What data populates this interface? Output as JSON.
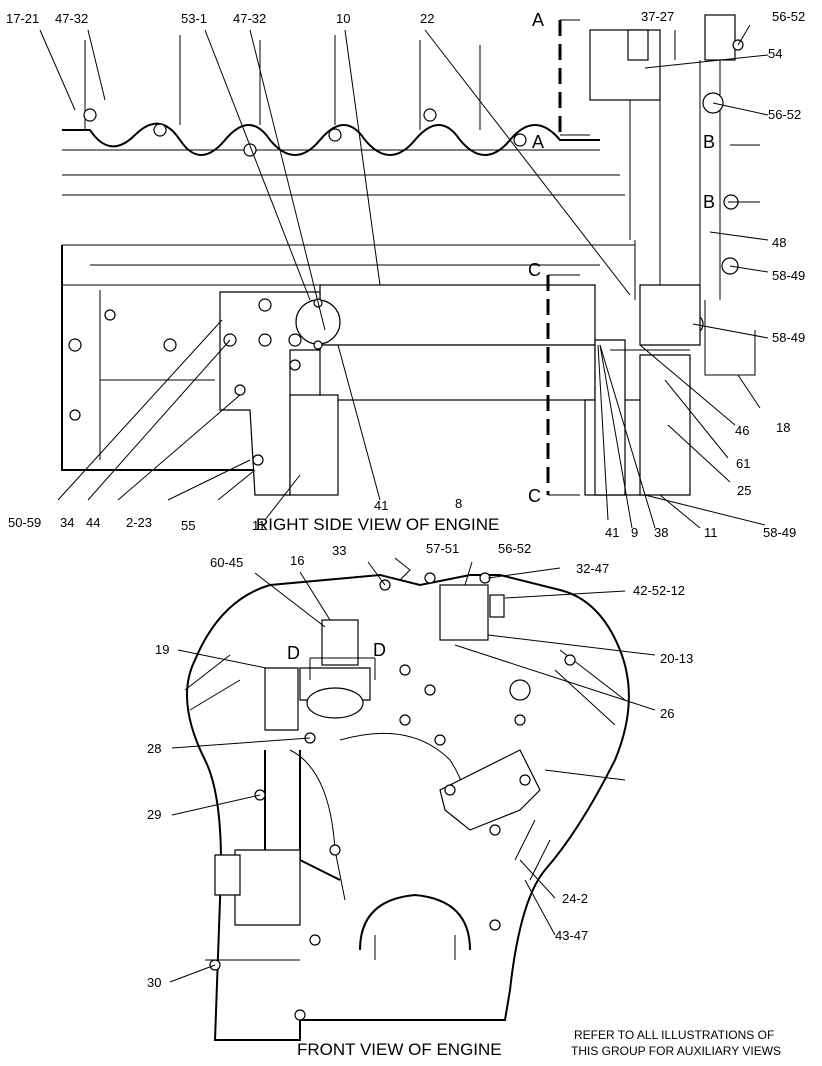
{
  "titles": {
    "right_side": "RIGHT SIDE VIEW OF ENGINE",
    "front": "FRONT VIEW OF ENGINE"
  },
  "note": {
    "line1": "REFER TO ALL ILLUSTRATIONS OF",
    "line2": "THIS GROUP FOR AUXILIARY VIEWS"
  },
  "section_markers": [
    "A",
    "A",
    "B",
    "B",
    "C",
    "C",
    "D",
    "D"
  ],
  "callouts": {
    "c_17_21": "17-21",
    "c_47_32_a": "47-32",
    "c_53_1": "53-1",
    "c_47_32_b": "47-32",
    "c_10": "10",
    "c_22": "22",
    "c_37_27": "37-27",
    "c_56_52_a": "56-52",
    "c_54": "54",
    "c_56_52_b": "56-52",
    "c_48": "48",
    "c_58_49_a": "58-49",
    "c_58_49_b": "58-49",
    "c_46": "46",
    "c_18": "18",
    "c_61": "61",
    "c_25": "25",
    "c_58_49_c": "58-49",
    "c_11_a": "11",
    "c_38": "38",
    "c_9": "9",
    "c_41_a": "41",
    "c_8": "8",
    "c_41_b": "41",
    "c_11_b": "11",
    "c_55": "55",
    "c_2_23": "2-23",
    "c_44": "44",
    "c_34": "34",
    "c_50_59": "50-59",
    "c_60_45": "60-45",
    "c_16": "16",
    "c_33": "33",
    "c_57_51": "57-51",
    "c_56_52_c": "56-52",
    "c_32_47": "32-47",
    "c_42_52_12": "42-52-12",
    "c_19": "19",
    "c_20_13": "20-13",
    "c_26": "26",
    "c_28": "28",
    "c_29": "29",
    "c_24_2": "24-2",
    "c_43_47": "43-47",
    "c_30": "30"
  }
}
